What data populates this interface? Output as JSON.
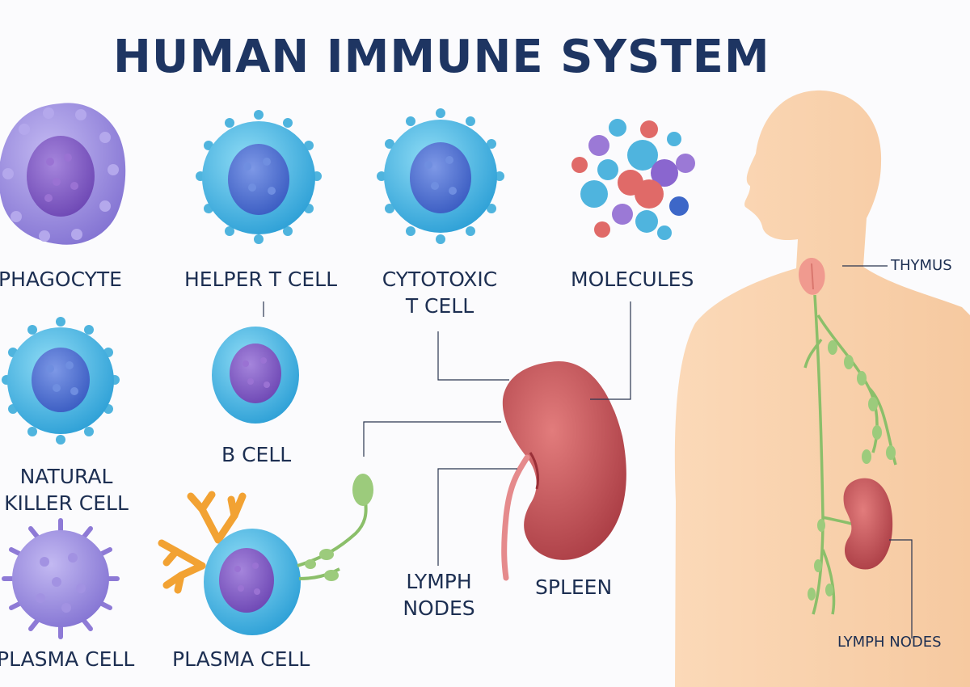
{
  "title": "HUMAN IMMUNE SYSTEM",
  "cells": {
    "phagocyte": "PHAGOCYTE",
    "helper_t": "HELPER T CELL",
    "cytotoxic_t": [
      "CYTOTOXIC",
      "T CELL"
    ],
    "molecules": "MOLECULES",
    "natural_killer": [
      "NATURAL",
      "KILLER CELL"
    ],
    "b_cell": "B CELL",
    "plasma_cell_1": "PLASMA CELL",
    "plasma_cell_2": "PLASMA CELL"
  },
  "organs": {
    "lymph_nodes_center": [
      "LYMPH",
      "NODES"
    ],
    "spleen": "SPLEEN",
    "thymus": "THYMUS",
    "lymph_nodes_body": "LYMPH NODES"
  },
  "colors": {
    "title": "#1e3562",
    "label": "#1d2f52",
    "phagocyte": "#9b8fdc",
    "t_cell": "#4fb4de",
    "nucleus_blue": "#4a6fcf",
    "nucleus_purple": "#8a5fc7",
    "spleen": "#c64b50",
    "lymph_green": "#8bbf6a",
    "antibody": "#f2a233",
    "skin": "#f9d4b0"
  }
}
